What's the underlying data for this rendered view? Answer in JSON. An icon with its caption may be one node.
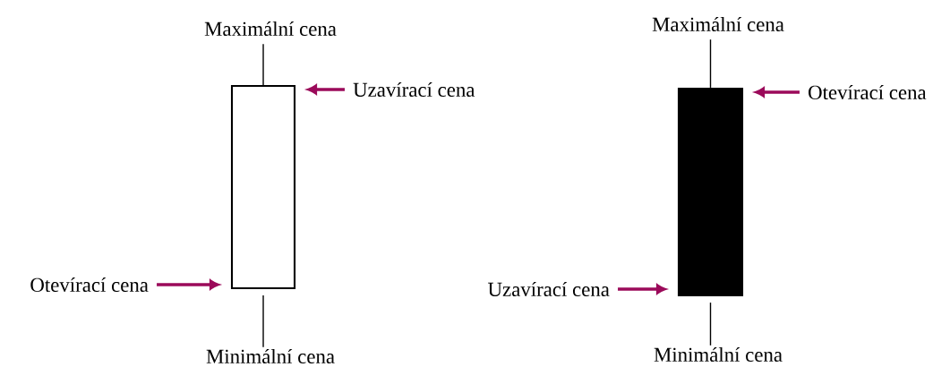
{
  "diagram": {
    "nodes": [
      {
        "text": [
          "Maximální cena"
        ]
      },
      {
        "text": [],
        "shape": "box"
      },
      {
        "text": [
          "Uzavírací cena"
        ]
      },
      {
        "text": [
          "Otevírací cena"
        ]
      },
      {
        "text": [
          "Minimální cena"
        ]
      },
      {
        "text": [
          "Maximální cena"
        ]
      },
      {
        "text": [],
        "shape": "box"
      },
      {
        "text": [
          "Otevírací cena"
        ]
      },
      {
        "text": [
          "Uzavírací cena"
        ]
      },
      {
        "text": [
          "Minimální cena"
        ]
      }
    ],
    "edges": [
      {
        "from": 0,
        "to": 1,
        "arrow": "none"
      },
      {
        "from": 2,
        "to": 1,
        "arrow": "to",
        "style": "thick",
        "color": "#9b0a5a"
      },
      {
        "from": 3,
        "to": 1,
        "arrow": "to",
        "style": "thick",
        "color": "#9b0a5a"
      },
      {
        "from": 1,
        "to": 4,
        "arrow": "none"
      },
      {
        "from": 5,
        "to": 6,
        "arrow": "none"
      },
      {
        "from": 7,
        "to": 6,
        "arrow": "to",
        "style": "thick",
        "color": "#9b0a5a"
      },
      {
        "from": 8,
        "to": 6,
        "arrow": "to",
        "style": "thick",
        "color": "#9b0a5a"
      },
      {
        "from": 6,
        "to": 9,
        "arrow": "none"
      }
    ]
  }
}
